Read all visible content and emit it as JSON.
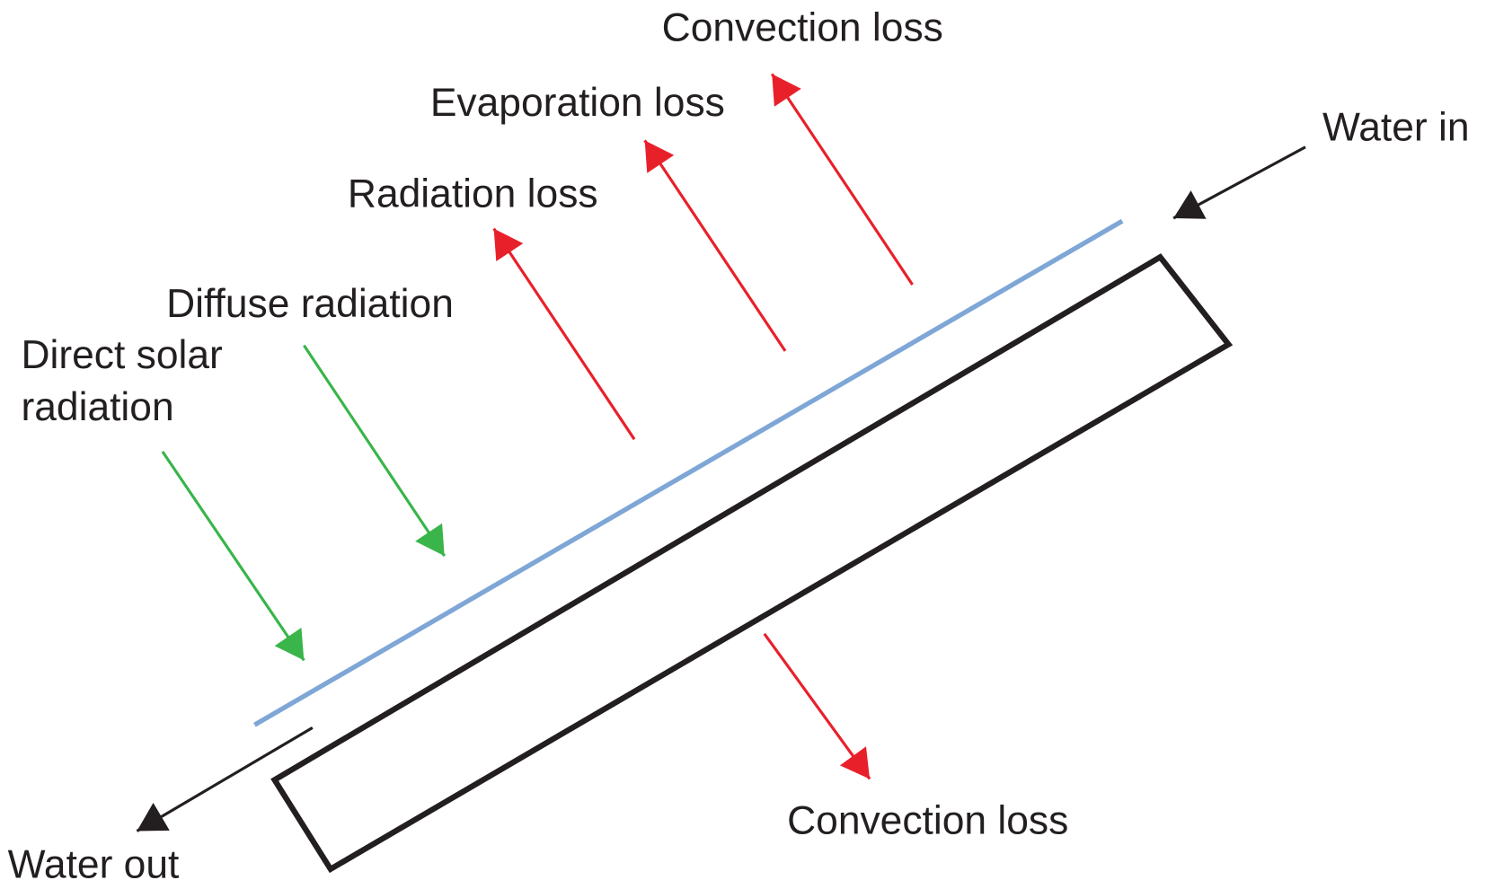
{
  "labels": {
    "convection_loss_top": "Convection loss",
    "evaporation_loss": "Evaporation loss",
    "radiation_loss": "Radiation loss",
    "diffuse_radiation": "Diffuse radiation",
    "direct_solar_line1": "Direct solar",
    "direct_solar_line2": "radiation",
    "water_in": "Water in",
    "convection_loss_bottom": "Convection loss",
    "water_out": "Water out"
  },
  "colors": {
    "loss": "#e8202a",
    "incoming": "#39b54a",
    "cover": "#7ea6d6",
    "outline": "#231f20"
  }
}
